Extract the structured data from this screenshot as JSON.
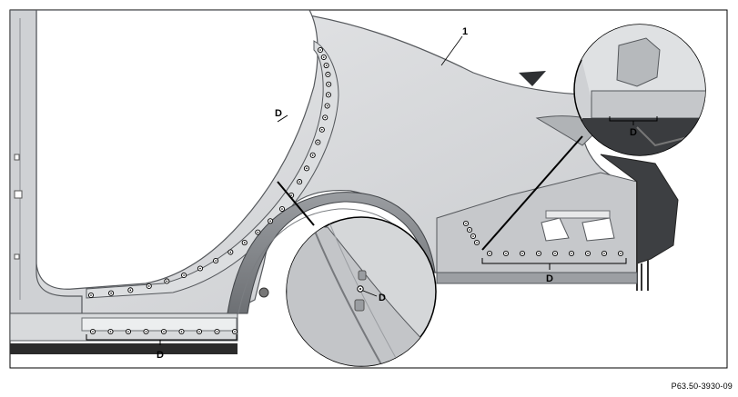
{
  "diagram": {
    "part_callout": "1",
    "weld_marker_label": "D",
    "figure_reference": "P63.50-3930-09"
  },
  "colors": {
    "panel": "#d3d5d8",
    "panel_light": "#e3e5e7",
    "panel_dark": "#a8abaf",
    "edge": "#55585c",
    "sill_dark": "#2b2b2b",
    "frame_border": "#000000"
  }
}
